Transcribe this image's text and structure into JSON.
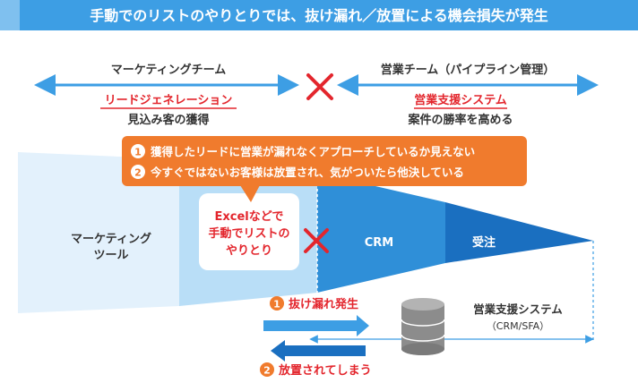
{
  "header": {
    "title": "手動でのリストのやりとりでは、抜け漏れ／放置による機会損失が発生"
  },
  "teams": {
    "marketing": {
      "name": "マーケティングチーム",
      "role": "リードジェネレーション",
      "desc": "見込み客の獲得"
    },
    "sales": {
      "name": "営業チーム（パイプライン管理）",
      "role": "営業支援システム",
      "desc": "案件の勝率を高める"
    }
  },
  "callout": {
    "items": [
      {
        "num": "1",
        "text": "獲得したリードに営業が漏れなくアプローチしているか見えない"
      },
      {
        "num": "2",
        "text": "今すぐではないお客様は放置され、気がついたら他決している"
      }
    ]
  },
  "funnel": {
    "tool_line1": "マーケティング",
    "tool_line2": "ツール",
    "excel_line1": "Excelなどで",
    "excel_line2": "手動でリストの",
    "excel_line3": "やりとり",
    "crm": "CRM",
    "order": "受注"
  },
  "bottom": {
    "issue1": {
      "num": "1",
      "text": "抜け漏れ発生"
    },
    "issue2": {
      "num": "2",
      "text": "放置されてしまう"
    },
    "system_line1": "営業支援システム",
    "system_line2": "（CRM/SFA）"
  },
  "colors": {
    "header_bg": "#3d9ee4",
    "accent_blue": "#3d9ee4",
    "crm_blue": "#2f8fd8",
    "order_blue": "#1a6fc0",
    "funnel_light": "#e3f1fc",
    "funnel_mid": "#b9def7",
    "orange": "#f07b2d",
    "red": "#e3262d"
  }
}
